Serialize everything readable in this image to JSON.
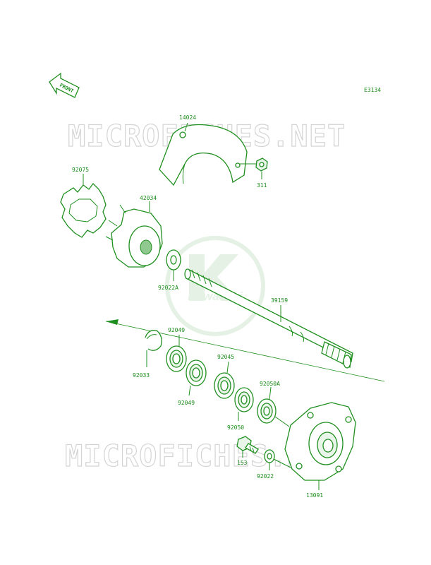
{
  "diagram_id": "E3134",
  "front_label": "FRONT",
  "watermark": "MICROFICHES.NET",
  "logo_text": "Kawasaki",
  "colors": {
    "ink": "#1f8f1f",
    "watermark": "#d4d4d4",
    "logo": "#cfe6cf"
  },
  "parts": {
    "p14024": "14024",
    "p311": "311",
    "p92075": "92075",
    "p42034": "42034",
    "p92022A": "92022A",
    "p39159": "39159",
    "p92049a": "92049",
    "p92049b": "92049",
    "p92033": "92033",
    "p92045": "92045",
    "p92050A": "92050A",
    "p92050": "92050",
    "p153": "153",
    "p92022": "92022",
    "p13091": "13091"
  }
}
